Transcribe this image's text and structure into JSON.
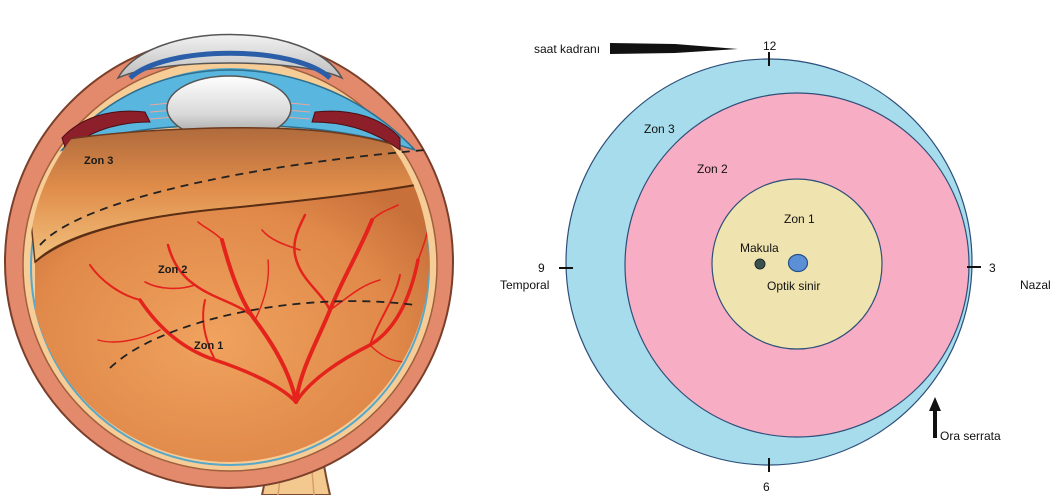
{
  "eye": {
    "zone3": "Zon 3",
    "zone2": "Zon 2",
    "zone1": "Zon 1"
  },
  "map": {
    "clock_face": "saat kadranı",
    "zone3": "Zon 3",
    "zone2": "Zon 2",
    "zone1": "Zon 1",
    "macula": "Makula",
    "optic_nerve": "Optik sinir",
    "hour_12": "12",
    "hour_3": "3",
    "hour_6": "6",
    "hour_9": "9",
    "temporal": "Temporal",
    "nasal": "Nazal",
    "ora_serrata": "Ora serrata"
  },
  "colors": {
    "zone3": "#a6dcec",
    "zone2": "#f7adc3",
    "zone1": "#efe3b0",
    "optic_disc": "#5b8fd6",
    "macula": "#3d5050",
    "retina": "#e2904f",
    "vessel": "#e4231c",
    "sclera": "#e48a6c",
    "choroid": "#f6cd96"
  }
}
